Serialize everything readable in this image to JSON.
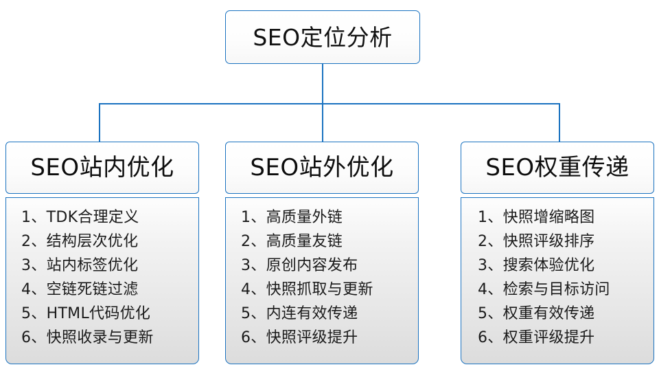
{
  "diagram": {
    "root": {
      "label": "SEO定位分析"
    },
    "accent_color": "#1a72c0",
    "branches": [
      {
        "title": "SEO站内优化",
        "items": [
          "1、TDK合理定义",
          "2、结构层次优化",
          "3、站内标签优化",
          "4、空链死链过滤",
          "5、HTML代码优化",
          "6、快照收录与更新"
        ]
      },
      {
        "title": "SEO站外优化",
        "items": [
          "1、高质量外链",
          "2、高质量友链",
          "3、原创内容发布",
          "4、快照抓取与更新",
          "5、内连有效传递",
          "6、快照评级提升"
        ]
      },
      {
        "title": "SEO权重传递",
        "items": [
          "1、快照增缩略图",
          "2、快照评级排序",
          "3、搜索体验优化",
          "4、检索与目标访问",
          "5、权重有效传递",
          "6、权重评级提升"
        ]
      }
    ]
  }
}
